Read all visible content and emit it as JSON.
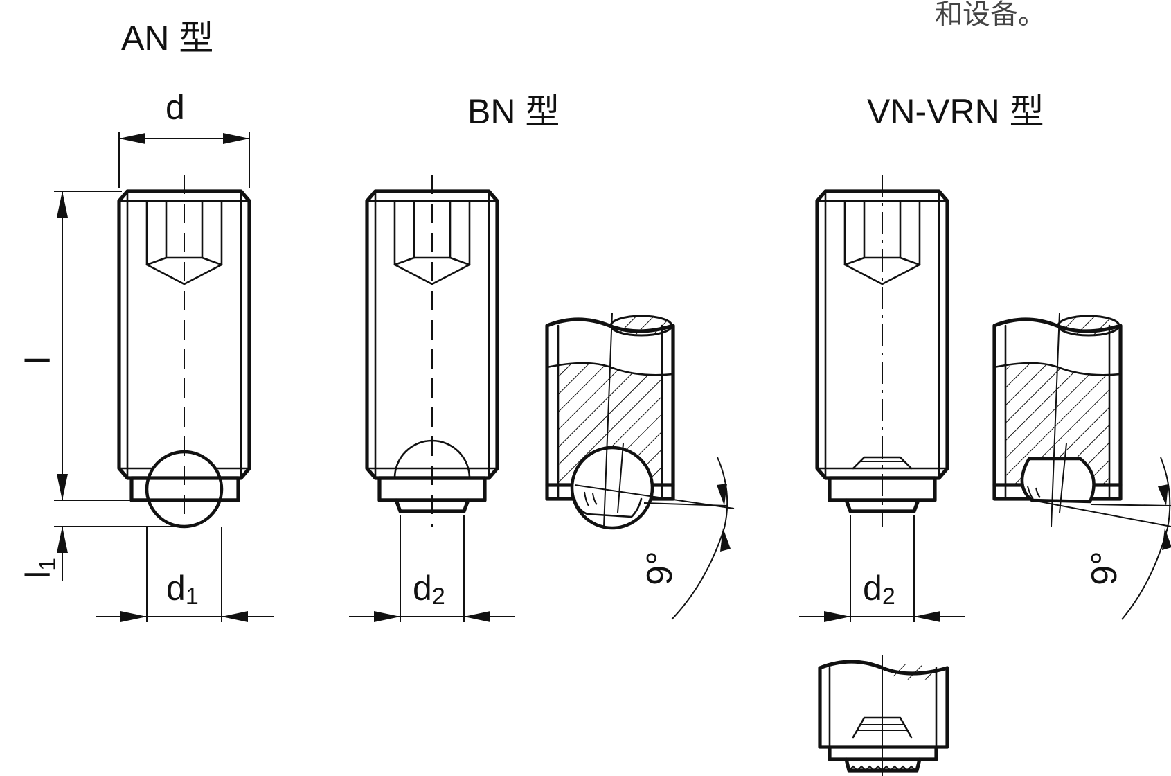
{
  "top_note": "和设备。",
  "types": {
    "an": "AN 型",
    "bn": "BN 型",
    "vn": "VN-VRN 型"
  },
  "dims": {
    "d": "d",
    "d1": "d",
    "d1_sub": "1",
    "d2": "d",
    "d2_sub": "2",
    "l": "l",
    "l1": "l",
    "l1_sub": "1",
    "angle": "9°"
  }
}
